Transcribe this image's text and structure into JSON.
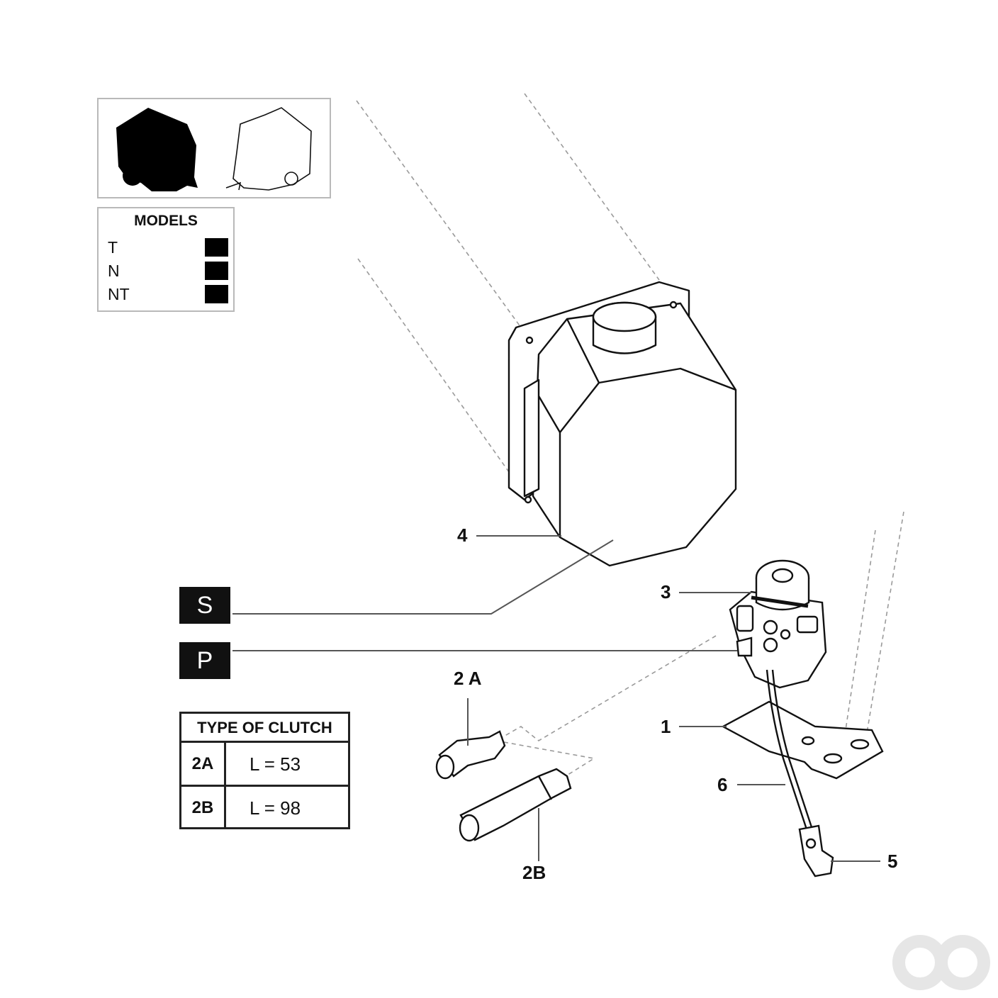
{
  "models_panel": {
    "title": "MODELS",
    "rows": [
      {
        "label": "T"
      },
      {
        "label": "N"
      },
      {
        "label": "NT"
      }
    ]
  },
  "badges": {
    "s": "S",
    "p": "P"
  },
  "callouts": {
    "c1": "1",
    "c2a": "2 A",
    "c2b": "2B",
    "c3": "3",
    "c4": "4",
    "c5": "5",
    "c6": "6"
  },
  "clutch_table": {
    "title": "TYPE OF CLUTCH",
    "rows": [
      {
        "code": "2A",
        "value": "L = 53"
      },
      {
        "code": "2B",
        "value": "L = 98"
      }
    ]
  },
  "icons": {
    "machine_filled": "baler-filled-icon",
    "machine_outline": "baler-outline-icon",
    "watermark": "watermark-logo"
  }
}
